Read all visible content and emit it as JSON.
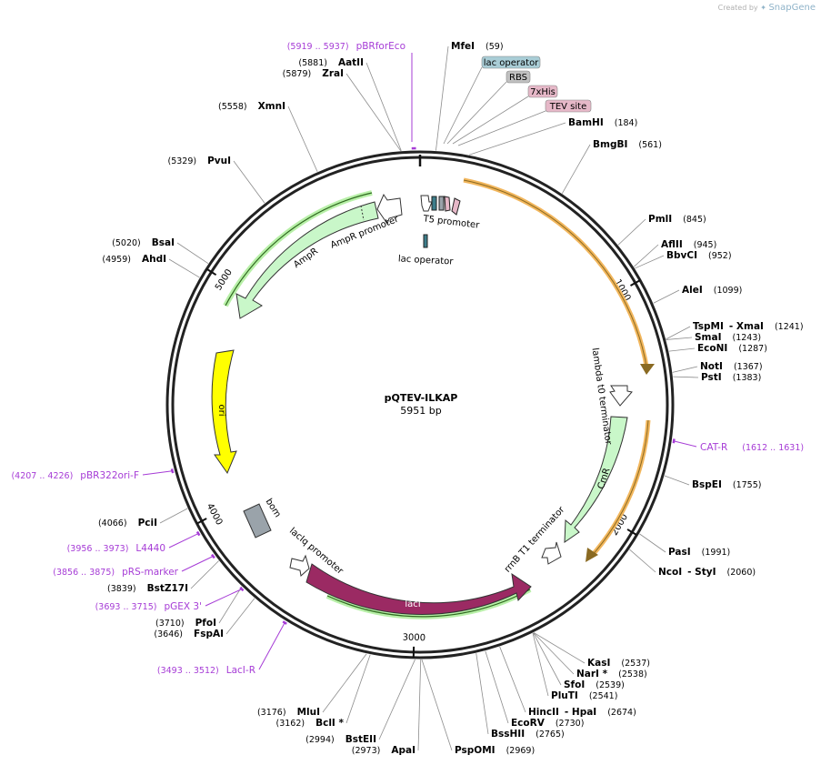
{
  "brand": {
    "created_by": "Created by",
    "name": "SnapGene"
  },
  "plasmid": {
    "name": "pQTEV-ILKAP",
    "size": "5951 bp",
    "length": 5951
  },
  "colors": {
    "backbone": "#222222",
    "site_line": "#8c8c8c",
    "primer": "#a63cd6",
    "orf_outline": "#f2b65c",
    "promoter": "#c9f7c9",
    "ori": "#ffff00",
    "lacI": "#9b2a63",
    "bom": "#9aa3aa",
    "lac_op": "#3c7d8a"
  },
  "ticks": [
    {
      "bp": 1000,
      "label": "1000"
    },
    {
      "bp": 2000,
      "label": "2000"
    },
    {
      "bp": 3000,
      "label": "3000"
    },
    {
      "bp": 4000,
      "label": "4000"
    },
    {
      "bp": 5000,
      "label": "5000"
    }
  ],
  "sites": [
    {
      "name": "MfeI",
      "pos": "(59)",
      "bp": 59,
      "side": "right"
    },
    {
      "name": "BamHI",
      "pos": "(184)",
      "bp": 184,
      "side": "right"
    },
    {
      "name": "BmgBI",
      "pos": "(561)",
      "bp": 561,
      "side": "right"
    },
    {
      "name": "PmlI",
      "pos": "(845)",
      "bp": 845,
      "side": "right"
    },
    {
      "name": "AflII",
      "pos": "(945)",
      "bp": 945,
      "side": "right"
    },
    {
      "name": "BbvCI",
      "pos": "(952)",
      "bp": 952,
      "side": "right"
    },
    {
      "name": "AleI",
      "pos": "(1099)",
      "bp": 1099,
      "side": "right"
    },
    {
      "name": "TspMI",
      "extra": "- XmaI",
      "pos": "(1241)",
      "bp": 1241,
      "side": "right"
    },
    {
      "name": "SmaI",
      "pos": "(1243)",
      "bp": 1243,
      "side": "right"
    },
    {
      "name": "EcoNI",
      "pos": "(1287)",
      "bp": 1287,
      "side": "right"
    },
    {
      "name": "NotI",
      "pos": "(1367)",
      "bp": 1367,
      "side": "right"
    },
    {
      "name": "PstI",
      "pos": "(1383)",
      "bp": 1383,
      "side": "right"
    },
    {
      "name": "BspEI",
      "pos": "(1755)",
      "bp": 1755,
      "side": "right"
    },
    {
      "name": "PasI",
      "pos": "(1991)",
      "bp": 1991,
      "side": "right"
    },
    {
      "name": "NcoI",
      "extra": "- StyI",
      "pos": "(2060)",
      "bp": 2060,
      "side": "right"
    },
    {
      "name": "KasI",
      "pos": "(2537)",
      "bp": 2537,
      "side": "right"
    },
    {
      "name": "NarI *",
      "pos": "(2538)",
      "bp": 2538,
      "side": "right"
    },
    {
      "name": "SfoI",
      "pos": "(2539)",
      "bp": 2539,
      "side": "right"
    },
    {
      "name": "PluTI",
      "pos": "(2541)",
      "bp": 2541,
      "side": "right"
    },
    {
      "name": "HincII",
      "extra": "- HpaI",
      "pos": "(2674)",
      "bp": 2674,
      "side": "right"
    },
    {
      "name": "EcoRV",
      "pos": "(2730)",
      "bp": 2730,
      "side": "right"
    },
    {
      "name": "BssHII",
      "pos": "(2765)",
      "bp": 2765,
      "side": "right"
    },
    {
      "name": "PspOMI",
      "pos": "(2969)",
      "bp": 2969,
      "side": "right"
    },
    {
      "name": "ApaI",
      "pos": "(2973)",
      "bp": 2973,
      "side": "left"
    },
    {
      "name": "BstEII",
      "pos": "(2994)",
      "bp": 2994,
      "side": "left"
    },
    {
      "name": "BclI *",
      "pos": "(3162)",
      "bp": 3162,
      "side": "left"
    },
    {
      "name": "MluI",
      "pos": "(3176)",
      "bp": 3176,
      "side": "left"
    },
    {
      "name": "FspAI",
      "pos": "(3646)",
      "bp": 3646,
      "side": "left"
    },
    {
      "name": "PfoI",
      "pos": "(3710)",
      "bp": 3710,
      "side": "left"
    },
    {
      "name": "BstZ17I",
      "pos": "(3839)",
      "bp": 3839,
      "side": "left"
    },
    {
      "name": "PciI",
      "pos": "(4066)",
      "bp": 4066,
      "side": "left"
    },
    {
      "name": "AhdI",
      "pos": "(4959)",
      "bp": 4959,
      "side": "left"
    },
    {
      "name": "BsaI",
      "pos": "(5020)",
      "bp": 5020,
      "side": "left"
    },
    {
      "name": "PvuI",
      "pos": "(5329)",
      "bp": 5329,
      "side": "left"
    },
    {
      "name": "XmnI",
      "pos": "(5558)",
      "bp": 5558,
      "side": "left"
    },
    {
      "name": "ZraI",
      "pos": "(5879)",
      "bp": 5879,
      "side": "left"
    },
    {
      "name": "AatII",
      "pos": "(5881)",
      "bp": 5881,
      "side": "left"
    }
  ],
  "primers": [
    {
      "name": "pBRforEco",
      "range": "(5919 .. 5937)",
      "bp": 5928,
      "side": "left"
    },
    {
      "name": "CAT-R",
      "range": "(1612 .. 1631)",
      "bp": 1622,
      "side": "right"
    },
    {
      "name": "pBR322ori-F",
      "range": "(4207 .. 4226)",
      "bp": 4216,
      "side": "left"
    },
    {
      "name": "L4440",
      "range": "(3956 .. 3973)",
      "bp": 3965,
      "side": "left"
    },
    {
      "name": "pRS-marker",
      "range": "(3856 .. 3875)",
      "bp": 3865,
      "side": "left"
    },
    {
      "name": "pGEX 3'",
      "range": "(3693 .. 3715)",
      "bp": 3704,
      "side": "left"
    },
    {
      "name": "LacI-R",
      "range": "(3493 .. 3512)",
      "bp": 3502,
      "side": "left"
    }
  ],
  "boxed_features": [
    {
      "name": "lac operator",
      "color": "#a9cdd6"
    },
    {
      "name": "RBS",
      "color": "#c0c0c0"
    },
    {
      "name": "7xHis",
      "color": "#e6b8c8"
    },
    {
      "name": "TEV site",
      "color": "#e6b8c8"
    }
  ],
  "features": [
    {
      "name": "lambda t0 terminator"
    },
    {
      "name": "CmR"
    },
    {
      "name": "rrnB T1 terminator"
    },
    {
      "name": "lacI"
    },
    {
      "name": "lacIq promoter"
    },
    {
      "name": "bom"
    },
    {
      "name": "ori"
    },
    {
      "name": "AmpR"
    },
    {
      "name": "AmpR promoter"
    },
    {
      "name": "T5 promoter"
    },
    {
      "name": "lac operator"
    }
  ]
}
